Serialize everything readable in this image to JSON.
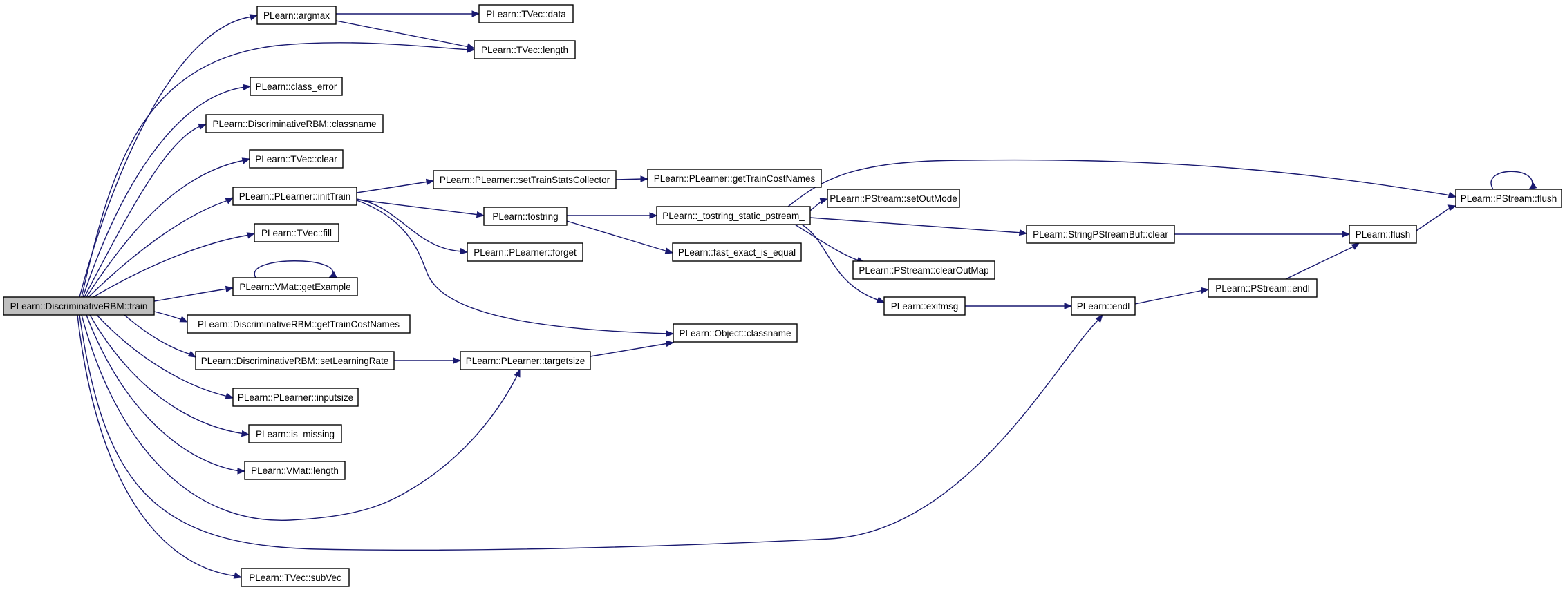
{
  "diagram": {
    "nodes": [
      {
        "id": "train",
        "label": "PLearn::DiscriminativeRBM::train",
        "root": true
      },
      {
        "id": "argmax",
        "label": "PLearn::argmax"
      },
      {
        "id": "tvec_data",
        "label": "PLearn::TVec::data"
      },
      {
        "id": "tvec_length",
        "label": "PLearn::TVec::length"
      },
      {
        "id": "class_error",
        "label": "PLearn::class_error"
      },
      {
        "id": "drbm_classname",
        "label": "PLearn::DiscriminativeRBM::classname"
      },
      {
        "id": "tvec_clear",
        "label": "PLearn::TVec::clear"
      },
      {
        "id": "inittrain",
        "label": "PLearn::PLearner::initTrain"
      },
      {
        "id": "settrainstats",
        "label": "PLearn::PLearner::setTrainStatsCollector"
      },
      {
        "id": "gettraincostnames",
        "label": "PLearn::PLearner::getTrainCostNames"
      },
      {
        "id": "tostring",
        "label": "PLearn::tostring"
      },
      {
        "id": "tostring_static",
        "label": "PLearn::_tostring_static_pstream_"
      },
      {
        "id": "pstream_flush",
        "label": "PLearn::PStream::flush"
      },
      {
        "id": "setoutmode",
        "label": "PLearn::PStream::setOutMode"
      },
      {
        "id": "spsb_clear",
        "label": "PLearn::StringPStreamBuf::clear"
      },
      {
        "id": "flush",
        "label": "PLearn::flush"
      },
      {
        "id": "forget",
        "label": "PLearn::PLearner::forget"
      },
      {
        "id": "fast_exact",
        "label": "PLearn::fast_exact_is_equal"
      },
      {
        "id": "clearoutmap",
        "label": "PLearn::PStream::clearOutMap"
      },
      {
        "id": "tvec_fill",
        "label": "PLearn::TVec::fill"
      },
      {
        "id": "getexample",
        "label": "PLearn::VMat::getExample"
      },
      {
        "id": "exitmsg",
        "label": "PLearn::exitmsg"
      },
      {
        "id": "endl",
        "label": "PLearn::endl"
      },
      {
        "id": "pstream_endl",
        "label": "PLearn::PStream::endl"
      },
      {
        "id": "drbm_gettraincost",
        "label": "PLearn::DiscriminativeRBM::getTrainCostNames"
      },
      {
        "id": "object_classname",
        "label": "PLearn::Object::classname"
      },
      {
        "id": "setlearningrate",
        "label": "PLearn::DiscriminativeRBM::setLearningRate"
      },
      {
        "id": "targetsize",
        "label": "PLearn::PLearner::targetsize"
      },
      {
        "id": "inputsize",
        "label": "PLearn::PLearner::inputsize"
      },
      {
        "id": "is_missing",
        "label": "PLearn::is_missing"
      },
      {
        "id": "vmat_length",
        "label": "PLearn::VMat::length"
      },
      {
        "id": "subvec",
        "label": "PLearn::TVec::subVec"
      }
    ],
    "edges": [
      [
        "train",
        "argmax"
      ],
      [
        "train",
        "tvec_length"
      ],
      [
        "train",
        "class_error"
      ],
      [
        "train",
        "drbm_classname"
      ],
      [
        "train",
        "tvec_clear"
      ],
      [
        "train",
        "inittrain"
      ],
      [
        "train",
        "tvec_fill"
      ],
      [
        "train",
        "getexample"
      ],
      [
        "train",
        "drbm_gettraincost"
      ],
      [
        "train",
        "setlearningrate"
      ],
      [
        "train",
        "inputsize"
      ],
      [
        "train",
        "is_missing"
      ],
      [
        "train",
        "vmat_length"
      ],
      [
        "train",
        "targetsize"
      ],
      [
        "train",
        "endl"
      ],
      [
        "train",
        "subvec"
      ],
      [
        "argmax",
        "tvec_data"
      ],
      [
        "argmax",
        "tvec_length"
      ],
      [
        "inittrain",
        "settrainstats"
      ],
      [
        "inittrain",
        "tostring"
      ],
      [
        "inittrain",
        "forget"
      ],
      [
        "inittrain",
        "object_classname"
      ],
      [
        "settrainstats",
        "gettraincostnames"
      ],
      [
        "tostring",
        "tostring_static"
      ],
      [
        "tostring",
        "fast_exact"
      ],
      [
        "tostring_static",
        "pstream_flush"
      ],
      [
        "tostring_static",
        "setoutmode"
      ],
      [
        "tostring_static",
        "spsb_clear"
      ],
      [
        "tostring_static",
        "clearoutmap"
      ],
      [
        "tostring_static",
        "exitmsg"
      ],
      [
        "pstream_flush",
        "pstream_flush"
      ],
      [
        "getexample",
        "getexample"
      ],
      [
        "spsb_clear",
        "flush"
      ],
      [
        "flush",
        "pstream_flush"
      ],
      [
        "exitmsg",
        "endl"
      ],
      [
        "endl",
        "pstream_endl"
      ],
      [
        "pstream_endl",
        "flush"
      ],
      [
        "setlearningrate",
        "targetsize"
      ],
      [
        "targetsize",
        "object_classname"
      ]
    ]
  }
}
